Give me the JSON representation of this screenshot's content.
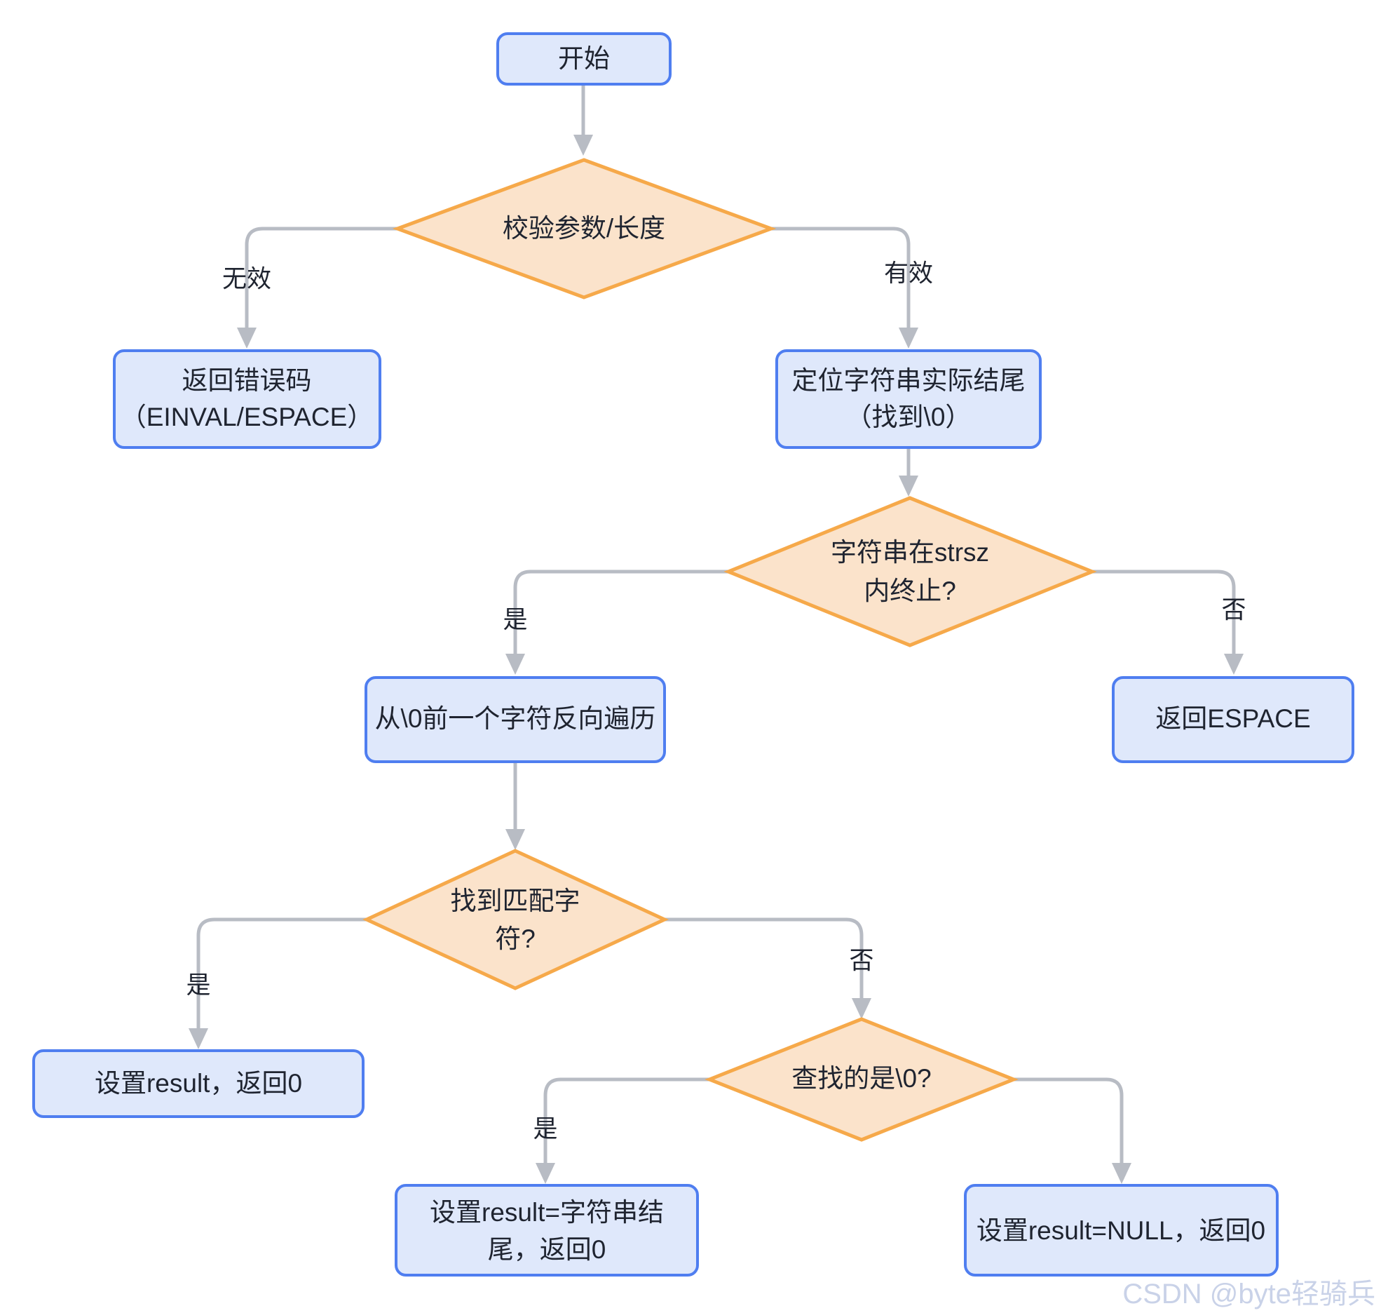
{
  "diagram": {
    "type": "flowchart",
    "title": "strrchr-like string search flowchart",
    "background_color": "#ffffff",
    "process_style": {
      "fill": "#dfe8fb",
      "stroke": "#4f7ef0"
    },
    "decision_style": {
      "fill": "#fbe3cb",
      "stroke": "#f6a94a"
    },
    "edge_color": "#b8bcc4",
    "text_color": "#1f2430"
  },
  "nodes": {
    "start": {
      "label": "开始",
      "shape": "process"
    },
    "validate": {
      "label": "校验参数/长度",
      "shape": "decision"
    },
    "return_error": {
      "line1": "返回错误码",
      "line2": "（EINVAL/ESPACE）",
      "shape": "process"
    },
    "locate_end": {
      "line1": "定位字符串实际结尾",
      "line2": "（找到\\0）",
      "shape": "process"
    },
    "terminate_in_strsz": {
      "line1": "字符串在strsz",
      "line2": "内终止?",
      "shape": "decision"
    },
    "return_espace": {
      "label": "返回ESPACE",
      "shape": "process"
    },
    "reverse_scan": {
      "label": "从\\0前一个字符反向遍历",
      "shape": "process"
    },
    "found_match": {
      "line1": "找到匹配字",
      "line2": "符?",
      "shape": "decision"
    },
    "set_result": {
      "label": "设置result，返回0",
      "shape": "process"
    },
    "search_is_nul": {
      "label": "查找的是\\0?",
      "shape": "decision"
    },
    "set_result_end": {
      "line1": "设置result=字符串结",
      "line2": "尾，返回0",
      "shape": "process"
    },
    "set_result_null": {
      "label": "设置result=NULL，返回0",
      "shape": "process"
    }
  },
  "edges": [
    {
      "from": "start",
      "to": "validate",
      "label": ""
    },
    {
      "from": "validate",
      "to": "return_error",
      "label": "无效"
    },
    {
      "from": "validate",
      "to": "locate_end",
      "label": "有效"
    },
    {
      "from": "locate_end",
      "to": "terminate_in_strsz",
      "label": ""
    },
    {
      "from": "terminate_in_strsz",
      "to": "reverse_scan",
      "label": "是"
    },
    {
      "from": "terminate_in_strsz",
      "to": "return_espace",
      "label": "否"
    },
    {
      "from": "reverse_scan",
      "to": "found_match",
      "label": ""
    },
    {
      "from": "found_match",
      "to": "set_result",
      "label": "是"
    },
    {
      "from": "found_match",
      "to": "search_is_nul",
      "label": "否"
    },
    {
      "from": "search_is_nul",
      "to": "set_result_end",
      "label": "是"
    },
    {
      "from": "search_is_nul",
      "to": "set_result_null",
      "label": ""
    }
  ],
  "edge_labels": {
    "invalid": "无效",
    "valid": "有效",
    "yes_strsz": "是",
    "no_strsz": "否",
    "yes_match": "是",
    "no_match": "否",
    "yes_nul": "是"
  },
  "watermark": {
    "text": "CSDN @byte轻骑兵"
  }
}
